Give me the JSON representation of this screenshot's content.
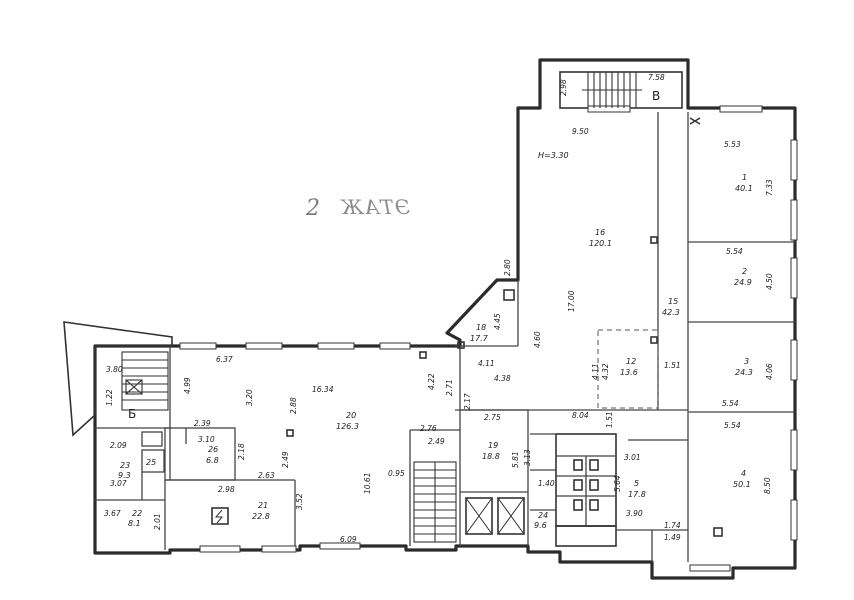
{
  "plan": {
    "floor_number": "2",
    "floor_word": "ЭТАЖ",
    "height_note": "H=3.30",
    "section_letters": [
      "В",
      "Б"
    ],
    "rooms": [
      {
        "id": "r1",
        "number": "1",
        "area": "40.1"
      },
      {
        "id": "r2",
        "number": "2",
        "area": "24.9"
      },
      {
        "id": "r3",
        "number": "3",
        "area": "24.3"
      },
      {
        "id": "r4",
        "number": "4",
        "area": "50.1"
      },
      {
        "id": "r5",
        "number": "5",
        "area": "17.8"
      },
      {
        "id": "r12",
        "number": "12",
        "area": "13.6"
      },
      {
        "id": "r15",
        "number": "15",
        "area": "42.3"
      },
      {
        "id": "r16",
        "number": "16",
        "area": "120.1"
      },
      {
        "id": "r18",
        "number": "18",
        "area": "17.7"
      },
      {
        "id": "r19",
        "number": "19",
        "area": "18.8"
      },
      {
        "id": "r20",
        "number": "20",
        "area": "126.3"
      },
      {
        "id": "r21",
        "number": "21",
        "area": "22.8"
      },
      {
        "id": "r22",
        "number": "22",
        "area": "8.1"
      },
      {
        "id": "r23",
        "number": "23",
        "area": "9.3"
      },
      {
        "id": "r24",
        "number": "24",
        "area": "9.6"
      },
      {
        "id": "r25",
        "number": "25",
        "area": ""
      },
      {
        "id": "r26",
        "number": "26",
        "area": "6.8"
      }
    ],
    "dims": {
      "d_758": "7.58",
      "d_298": "2.98",
      "d_950": "9.50",
      "d_553": "5.53",
      "d_733": "7.33",
      "d_554a": "5.54",
      "d_450": "4.50",
      "d_554b": "5.54",
      "d_554c": "5.54",
      "d_406": "4.06",
      "d_850": "8.50",
      "d_1700": "17.00",
      "d_660": "4.60",
      "d_280": "2.80",
      "d_411": "4.11",
      "d_445": "4.45",
      "d_438": "4.38",
      "d_151": "1.51",
      "d_804": "8.04",
      "d_151b": "1.51",
      "d_432": "4.32",
      "d_411b": "4.11",
      "d_637": "6.37",
      "d_1634": "16.34",
      "d_422": "4.22",
      "d_271": "2.71",
      "d_217": "2.17",
      "d_275": "2.75",
      "d_249": "2.49",
      "d_276": "2.76",
      "d_1061": "10.61",
      "d_095": "0.95",
      "d_581": "5.81",
      "d_313": "3.13",
      "d_564": "5.64",
      "d_301": "3.01",
      "d_390": "3.90",
      "d_174": "1.74",
      "d_149": "1.49",
      "d_140": "1.40",
      "d_609": "6.09",
      "d_352": "3.52",
      "d_298b": "2.98",
      "d_263": "2.63",
      "d_249b": "2.49",
      "d_288": "2.88",
      "d_218": "2.18",
      "d_239": "2.39",
      "d_310": "3.10",
      "d_209": "2.09",
      "d_307": "3.07",
      "d_367": "3.67",
      "d_201": "2.01",
      "d_380": "3.80",
      "d_499": "4.99",
      "d_320": "3.20",
      "d_122": "1.22"
    }
  }
}
